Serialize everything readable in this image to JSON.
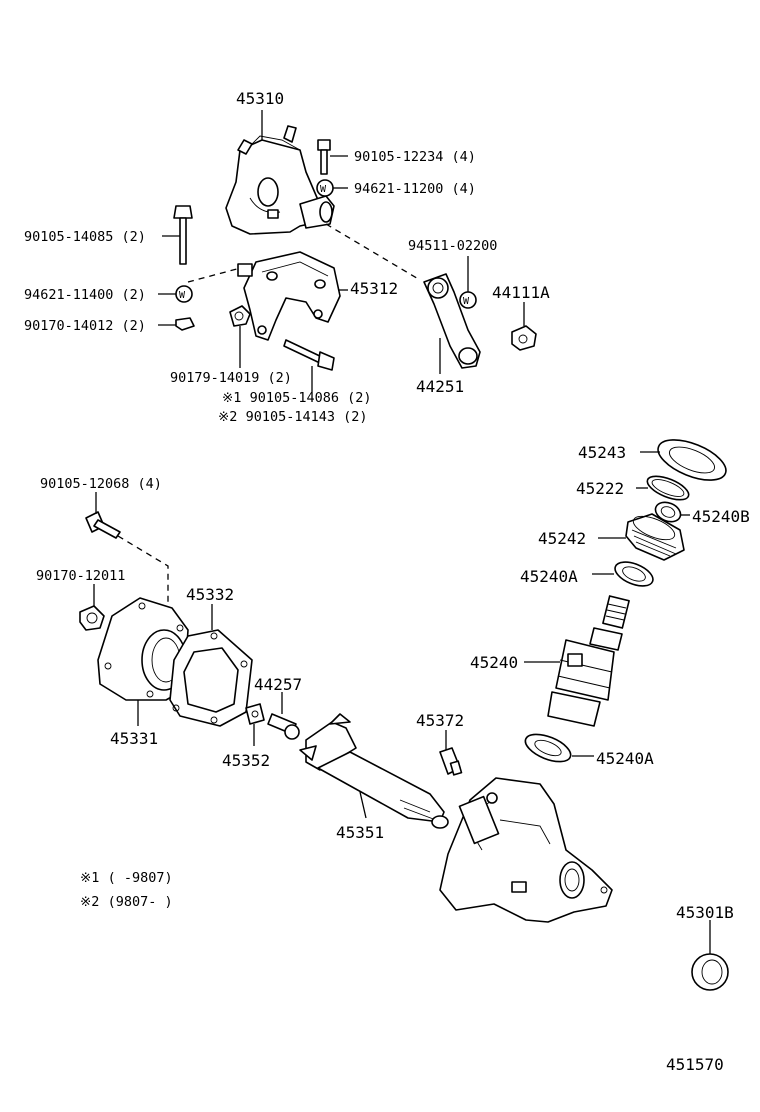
{
  "diagram_id": "451570",
  "labels": {
    "p45310": "45310",
    "b90105_12234": "90105-12234 (4)",
    "w94621_11200": "94621-11200 (4)",
    "b90105_14085": "90105-14085 (2)",
    "p94511_02200": "94511-02200",
    "w94621_11400": "94621-11400 (2)",
    "p45312": "45312",
    "p44111A": "44111A",
    "n90170_14012": "90170-14012 (2)",
    "n90179_14019": "90179-14019 (2)",
    "p44251": "44251",
    "b90105_14086": "※1 90105-14086 (2)",
    "b90105_14143": "※2 90105-14143 (2)",
    "p45243": "45243",
    "b90105_12068": "90105-12068 (4)",
    "p45222": "45222",
    "p45240B": "45240B",
    "p45242": "45242",
    "n90170_12011": "90170-12011",
    "p45240A_1": "45240A",
    "p45332": "45332",
    "p45240": "45240",
    "p44257": "44257",
    "p45372": "45372",
    "p45331": "45331",
    "p45352": "45352",
    "p45240A_2": "45240A",
    "p45351": "45351",
    "note1": "※1 (      -9807)",
    "note2": "※2 (9807-      )",
    "p45301B": "45301B",
    "w_mark": "W"
  }
}
